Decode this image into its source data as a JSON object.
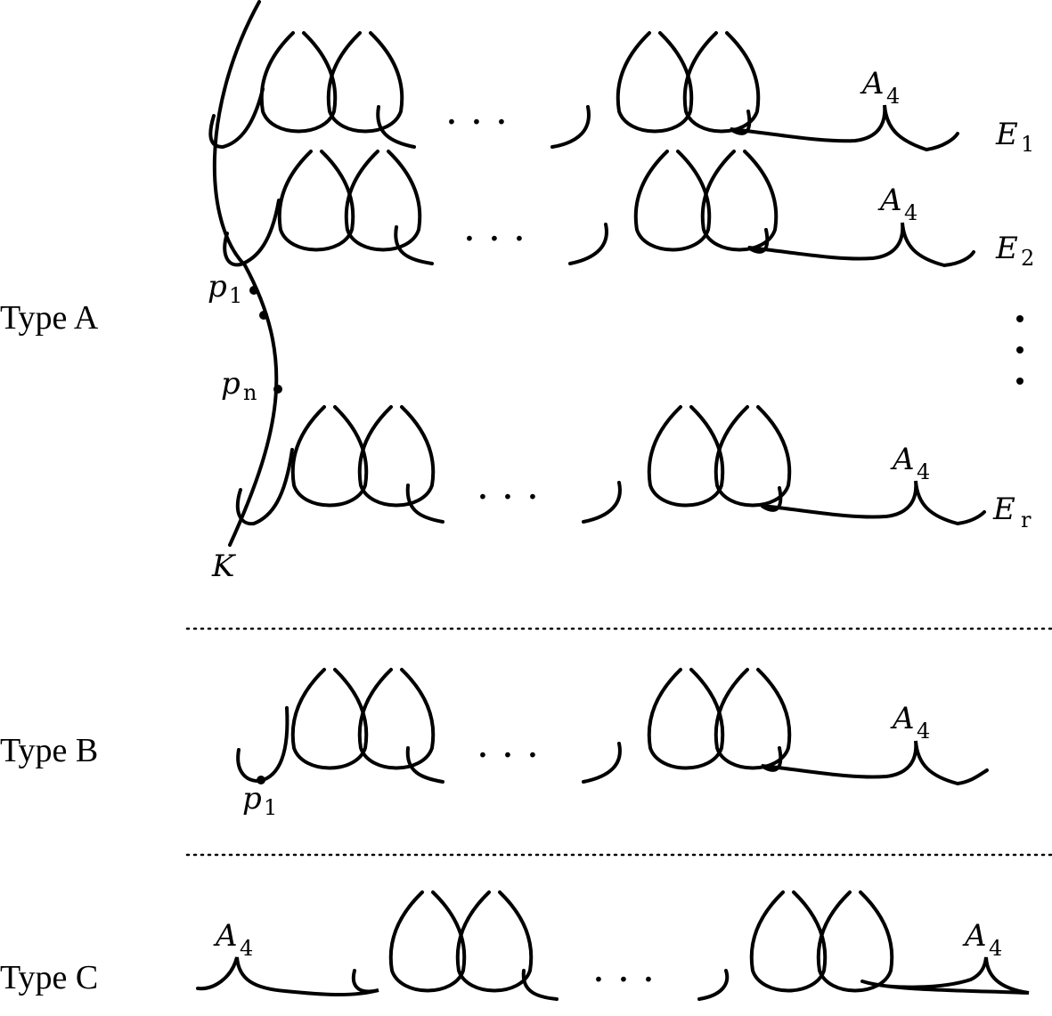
{
  "types": {
    "a": "Type A",
    "b": "Type B",
    "c": "Type C"
  },
  "curve_labels": {
    "e1_main": "E",
    "e1_sub": "1",
    "e2_main": "E",
    "e2_sub": "2",
    "er_main": "E",
    "er_sub": "r",
    "k": "K"
  },
  "point_labels": {
    "p1_main": "p",
    "p1_sub": "1",
    "pn_main": "p",
    "pn_sub": "n",
    "b_p1_main": "p",
    "b_p1_sub": "1"
  },
  "singularity_label": {
    "main": "A",
    "sub": "4"
  },
  "ellipsis": "· · ·",
  "colors": {
    "ink": "#000000",
    "background": "#ffffff"
  }
}
